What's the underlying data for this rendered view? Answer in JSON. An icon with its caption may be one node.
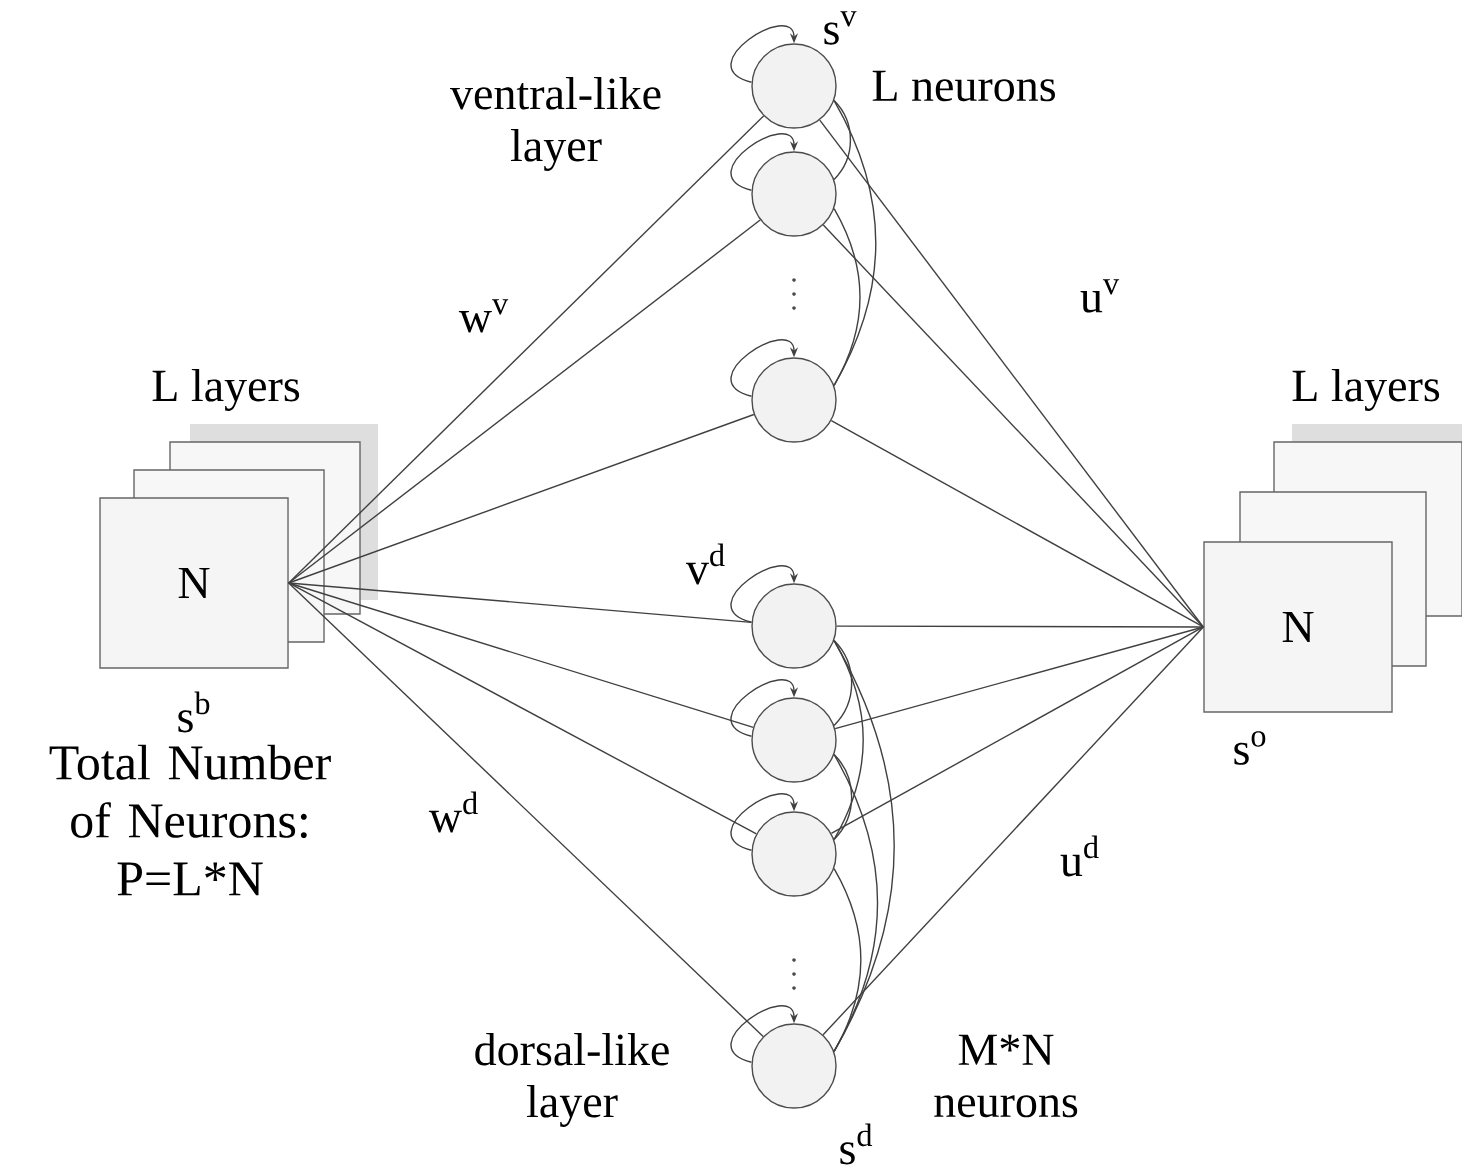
{
  "diagram": {
    "nodes": [
      {
        "text": [
          "N"
        ],
        "beside": [
          "L layers",
          "s$^{b}$"
        ]
      },
      {
        "text": [],
        "shape": "circle"
      },
      {
        "text": [],
        "shape": "circle"
      },
      {
        "text": [],
        "shape": "circle"
      },
      {
        "text": [],
        "shape": "circle"
      },
      {
        "text": [],
        "shape": "circle"
      },
      {
        "text": [],
        "shape": "circle"
      },
      {
        "text": [],
        "shape": "circle"
      },
      {
        "text": [
          "N"
        ],
        "beside": [
          "L layers",
          "s$^{o}$"
        ]
      }
    ],
    "edges": [
      {
        "from": 0,
        "to": 1,
        "arrow": "none"
      },
      {
        "from": 0,
        "to": 2,
        "arrow": "none"
      },
      {
        "from": 0,
        "to": 3,
        "arrow": "none"
      },
      {
        "from": 0,
        "to": 4,
        "arrow": "none"
      },
      {
        "from": 0,
        "to": 5,
        "arrow": "none"
      },
      {
        "from": 0,
        "to": 6,
        "arrow": "none"
      },
      {
        "from": 0,
        "to": 7,
        "arrow": "none"
      },
      {
        "from": 1,
        "to": 8,
        "arrow": "none"
      },
      {
        "from": 2,
        "to": 8,
        "arrow": "none"
      },
      {
        "from": 3,
        "to": 8,
        "arrow": "none"
      },
      {
        "from": 4,
        "to": 8,
        "arrow": "none"
      },
      {
        "from": 5,
        "to": 8,
        "arrow": "none"
      },
      {
        "from": 6,
        "to": 8,
        "arrow": "none"
      },
      {
        "from": 7,
        "to": 8,
        "arrow": "none"
      },
      {
        "from": 1,
        "to": 1,
        "arrow": "to"
      },
      {
        "from": 2,
        "to": 2,
        "arrow": "to"
      },
      {
        "from": 3,
        "to": 3,
        "arrow": "to"
      },
      {
        "from": 4,
        "to": 4,
        "arrow": "to"
      },
      {
        "from": 5,
        "to": 5,
        "arrow": "to"
      },
      {
        "from": 6,
        "to": 6,
        "arrow": "to"
      },
      {
        "from": 7,
        "to": 7,
        "arrow": "to"
      },
      {
        "from": 1,
        "to": 2,
        "arrow": "none"
      },
      {
        "from": 1,
        "to": 3,
        "arrow": "none"
      },
      {
        "from": 2,
        "to": 3,
        "arrow": "none"
      },
      {
        "from": 4,
        "to": 5,
        "arrow": "none"
      },
      {
        "from": 4,
        "to": 6,
        "arrow": "none"
      },
      {
        "from": 4,
        "to": 7,
        "arrow": "none"
      },
      {
        "from": 5,
        "to": 6,
        "arrow": "none"
      },
      {
        "from": 5,
        "to": 7,
        "arrow": "none"
      },
      {
        "from": 6,
        "to": 7,
        "arrow": "none"
      }
    ],
    "labels": [
      "s$^{v}$",
      "ventral-like layer",
      "L neurons",
      "w$^{v}$",
      "u$^{v}$",
      "v$^{d}$",
      "Total Number of Neurons: P=L*N",
      "w$^{d}$",
      "u$^{d}$",
      "dorsal-like layer",
      "M*N neurons",
      "s$^{d}$"
    ]
  }
}
